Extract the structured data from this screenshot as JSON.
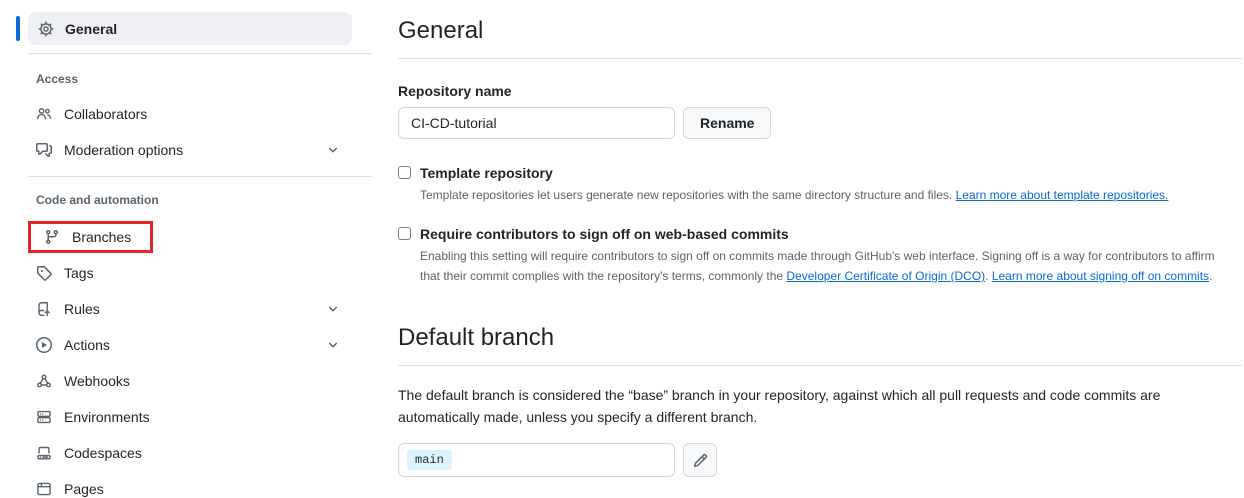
{
  "colors": {
    "accent_blue": "#0969da",
    "link_blue": "#0969da",
    "annotation_red": "#e8242b",
    "selected_item_bg": "#eef0f3",
    "branch_token_bg": "#ddf4ff"
  },
  "sidebar": {
    "general": {
      "label": "General",
      "icon": "gear-icon",
      "selected": true
    },
    "sections": [
      {
        "label": "Access",
        "items": [
          {
            "label": "Collaborators",
            "icon": "people-icon"
          },
          {
            "label": "Moderation options",
            "icon": "comment-discussion-icon",
            "expandable": true
          }
        ]
      },
      {
        "label": "Code and automation",
        "items": [
          {
            "label": "Branches",
            "icon": "git-branch-icon",
            "annotated_with_red_box": true
          },
          {
            "label": "Tags",
            "icon": "tag-icon"
          },
          {
            "label": "Rules",
            "icon": "repo-push-icon",
            "expandable": true
          },
          {
            "label": "Actions",
            "icon": "play-icon",
            "expandable": true
          },
          {
            "label": "Webhooks",
            "icon": "webhook-icon"
          },
          {
            "label": "Environments",
            "icon": "server-icon"
          },
          {
            "label": "Codespaces",
            "icon": "codespaces-icon"
          },
          {
            "label": "Pages",
            "icon": "browser-icon"
          }
        ]
      }
    ]
  },
  "main": {
    "page_title": "General",
    "repository_name": {
      "label": "Repository name",
      "value": "CI-CD-tutorial",
      "rename_button": "Rename"
    },
    "template_repository": {
      "label": "Template repository",
      "checked": false,
      "description": "Template repositories let users generate new repositories with the same directory structure and files.",
      "link": "Learn more about template repositories."
    },
    "signoff": {
      "label": "Require contributors to sign off on web-based commits",
      "checked": false,
      "description_before": "Enabling this setting will require contributors to sign off on commits made through GitHub's web interface. Signing off is a way for contributors to affirm that their commit complies with the repository's terms, commonly the ",
      "dco_link": "Developer Certificate of Origin (DCO)",
      "description_mid": ". ",
      "learn_link": "Learn more about signing off on commits",
      "description_after": "."
    },
    "default_branch": {
      "title": "Default branch",
      "description": "The default branch is considered the “base” branch in your repository, against which all pull requests and code commits are automatically made, unless you specify a different branch.",
      "branch_value": "main",
      "edit_icon": "pencil-icon"
    }
  }
}
